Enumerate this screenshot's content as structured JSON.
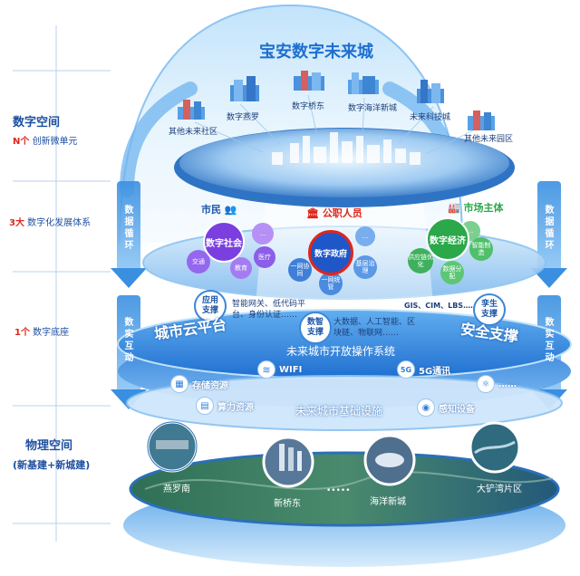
{
  "title": "宝安数字未来城",
  "left_labels": {
    "digital_space": "数字空间",
    "n_count": "N个",
    "n_desc": "创新微单元",
    "three_count": "3大",
    "three_desc": "数字化发展体系",
    "one_count": "1个",
    "one_desc": "数字底座",
    "physical_space": "物理空间",
    "physical_sub": "(新基建+新城建)"
  },
  "side_arrows": {
    "data_loop": "数据循环",
    "twin_interact": "数实互动"
  },
  "top_nodes": [
    "其他未来社区",
    "数字燕罗",
    "数字桥东",
    "数字海洋新城",
    "未来科技城",
    "其他未来园区"
  ],
  "groups": {
    "citizen": {
      "title": "市民",
      "hub": "数字社会",
      "sats": [
        "...",
        "交通",
        "教育",
        "医疗"
      ]
    },
    "official": {
      "title": "公职人员",
      "hub": "数字政府",
      "sats": [
        "一网协同",
        "一网统管",
        "基层治理",
        "..."
      ]
    },
    "market": {
      "title": "市场主体",
      "hub": "数字经济",
      "sats": [
        "...",
        "智能制造",
        "供应链优化",
        "数据分配"
      ]
    }
  },
  "supports": {
    "app": {
      "badge": "应用支撑",
      "text": "智能网关、低代码平台、身份认证……"
    },
    "data": {
      "badge": "数智支撑",
      "text": "大数据、人工智能、区块链、物联网……"
    },
    "gis": {
      "text": "GIS、CIM、LBS……"
    },
    "twin": {
      "badge": "孪生支撑"
    }
  },
  "platform": {
    "cloud": "城市云平台",
    "security": "安全支撑",
    "os": "未来城市开放操作系统",
    "infra": "未来城市基础设施",
    "wifi": "WIFI",
    "fiveg_icon": "5G",
    "fiveg": "5G通讯",
    "storage": "存储资源",
    "compute": "算力资源",
    "sensing": "感知设备",
    "dots": "……"
  },
  "bottom": {
    "places": [
      "燕罗南",
      "新桥东",
      "海洋新城",
      "大铲湾片区"
    ],
    "dots": "•••••"
  },
  "colors": {
    "primary_blue": "#1d6fd0",
    "light_blue": "#9fd0f7",
    "citizen_purple": "#7b3fe0",
    "official_red": "#e0261c",
    "market_green": "#2aa84a",
    "label_blue": "#1d4fa0"
  }
}
